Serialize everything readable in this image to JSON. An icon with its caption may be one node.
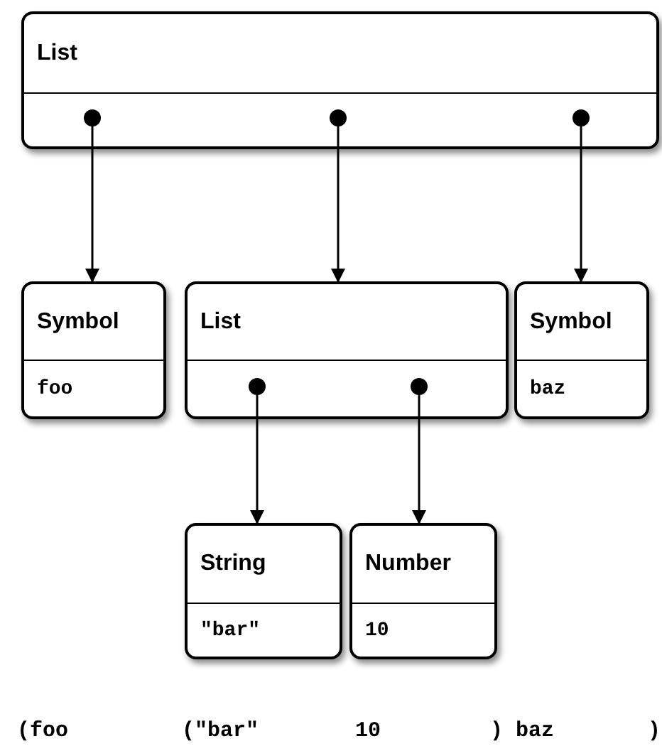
{
  "diagram": {
    "nodes": [
      {
        "text": [
          "List"
        ]
      },
      {
        "text": [
          "Symbol",
          "foo"
        ]
      },
      {
        "text": [
          "List"
        ]
      },
      {
        "text": [
          "Symbol",
          "baz"
        ]
      },
      {
        "text": [
          "String",
          "\"bar\""
        ]
      },
      {
        "text": [
          "Number",
          "10"
        ]
      }
    ],
    "edges": [
      {
        "from": 0,
        "to": 1,
        "arrow": "to"
      },
      {
        "from": 0,
        "to": 2,
        "arrow": "to"
      },
      {
        "from": 0,
        "to": 3,
        "arrow": "to"
      },
      {
        "from": 2,
        "to": 4,
        "arrow": "to"
      },
      {
        "from": 2,
        "to": 5,
        "arrow": "to"
      }
    ],
    "labels": [
      "(foo",
      "(\"bar\"",
      "10",
      ") baz",
      ")"
    ]
  }
}
